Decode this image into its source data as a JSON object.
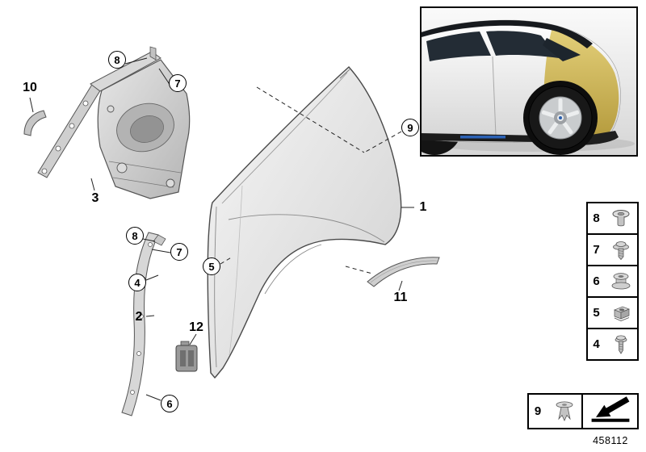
{
  "diagram": {
    "doc_number": "458112",
    "part_labels": {
      "p1": "1",
      "p2": "2",
      "p3": "3",
      "p10": "10",
      "p11": "11",
      "p12": "12"
    },
    "callouts": {
      "top8": "8",
      "top7": "7",
      "nine": "9",
      "mid8": "8",
      "mid7": "7",
      "c4": "4",
      "c5": "5",
      "c6": "6"
    }
  },
  "legend": {
    "rows": [
      {
        "num": "8",
        "icon": "blind-rivet-icon"
      },
      {
        "num": "7",
        "icon": "washer-screw-icon"
      },
      {
        "num": "6",
        "icon": "grommet-nut-icon"
      },
      {
        "num": "5",
        "icon": "clip-nut-icon"
      },
      {
        "num": "4",
        "icon": "tapping-screw-icon"
      }
    ],
    "bottom_row": {
      "num": "9",
      "icon": "expanding-rivet-icon"
    },
    "arrow_tile_icon": "continuation-arrow-icon"
  },
  "inset": {
    "description_icon": "vehicle-photo"
  },
  "colors": {
    "panel_gray": "#d9d9d9",
    "quarter_panel_gold": "#d2bb5c",
    "accent_blue": "#2f6fd0",
    "line_black": "#222222"
  }
}
